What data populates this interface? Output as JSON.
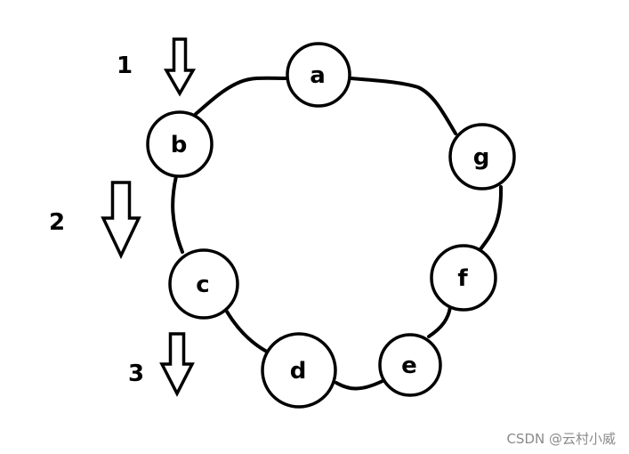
{
  "nodes": [
    {
      "id": "a",
      "label": "a"
    },
    {
      "id": "b",
      "label": "b"
    },
    {
      "id": "c",
      "label": "c"
    },
    {
      "id": "d",
      "label": "d"
    },
    {
      "id": "e",
      "label": "e"
    },
    {
      "id": "f",
      "label": "f"
    },
    {
      "id": "g",
      "label": "g"
    }
  ],
  "edges": [
    [
      "a",
      "b"
    ],
    [
      "b",
      "c"
    ],
    [
      "c",
      "d"
    ],
    [
      "d",
      "e"
    ],
    [
      "e",
      "f"
    ],
    [
      "f",
      "g"
    ],
    [
      "g",
      "a"
    ]
  ],
  "steps": [
    {
      "label": "1"
    },
    {
      "label": "2"
    },
    {
      "label": "3"
    }
  ],
  "watermark": "CSDN @云村小威",
  "colors": {
    "stroke": "#000000",
    "fill": "#ffffff",
    "watermark": "#8a8a8a"
  }
}
